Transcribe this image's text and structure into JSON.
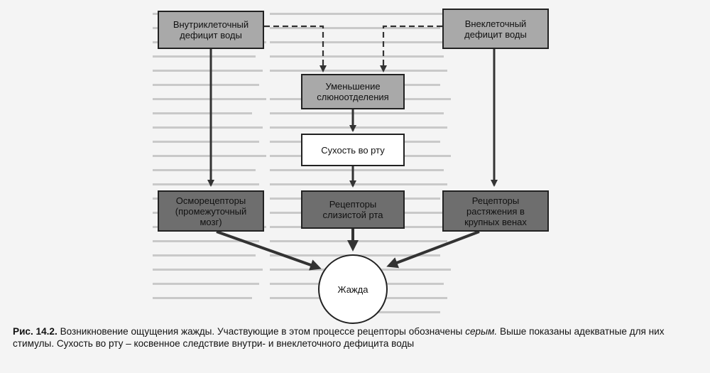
{
  "boxes": {
    "intracellular": "Внутриклеточный дефицит воды",
    "extracellular": "Внеклеточный дефицит воды",
    "salivation": "Уменьшение слюноотделения",
    "dry_mouth": "Сухость во рту",
    "osmoreceptors": "Осморецепторы (промежуточный мозг)",
    "mouth_receptors": "Рецепторы слизистой рта",
    "stretch_receptors": "Рецепторы растяжения в крупных венах",
    "thirst": "Жажда"
  },
  "caption": {
    "label": "Рис. 14.2.",
    "text_before": "Возникновение ощущения жажды. Участвующие в этом процессе рецепторы обозначены",
    "italic_word": "серым.",
    "text_after": "Выше показаны адекватные для них стимулы. Сухость во рту – косвенное следствие внутри- и внеклеточного дефицита воды"
  },
  "colors": {
    "stimulus_box": "#a9a9a9",
    "receptor_box": "#6e6e6e",
    "arrow": "#333333",
    "background": "#f4f4f4"
  }
}
